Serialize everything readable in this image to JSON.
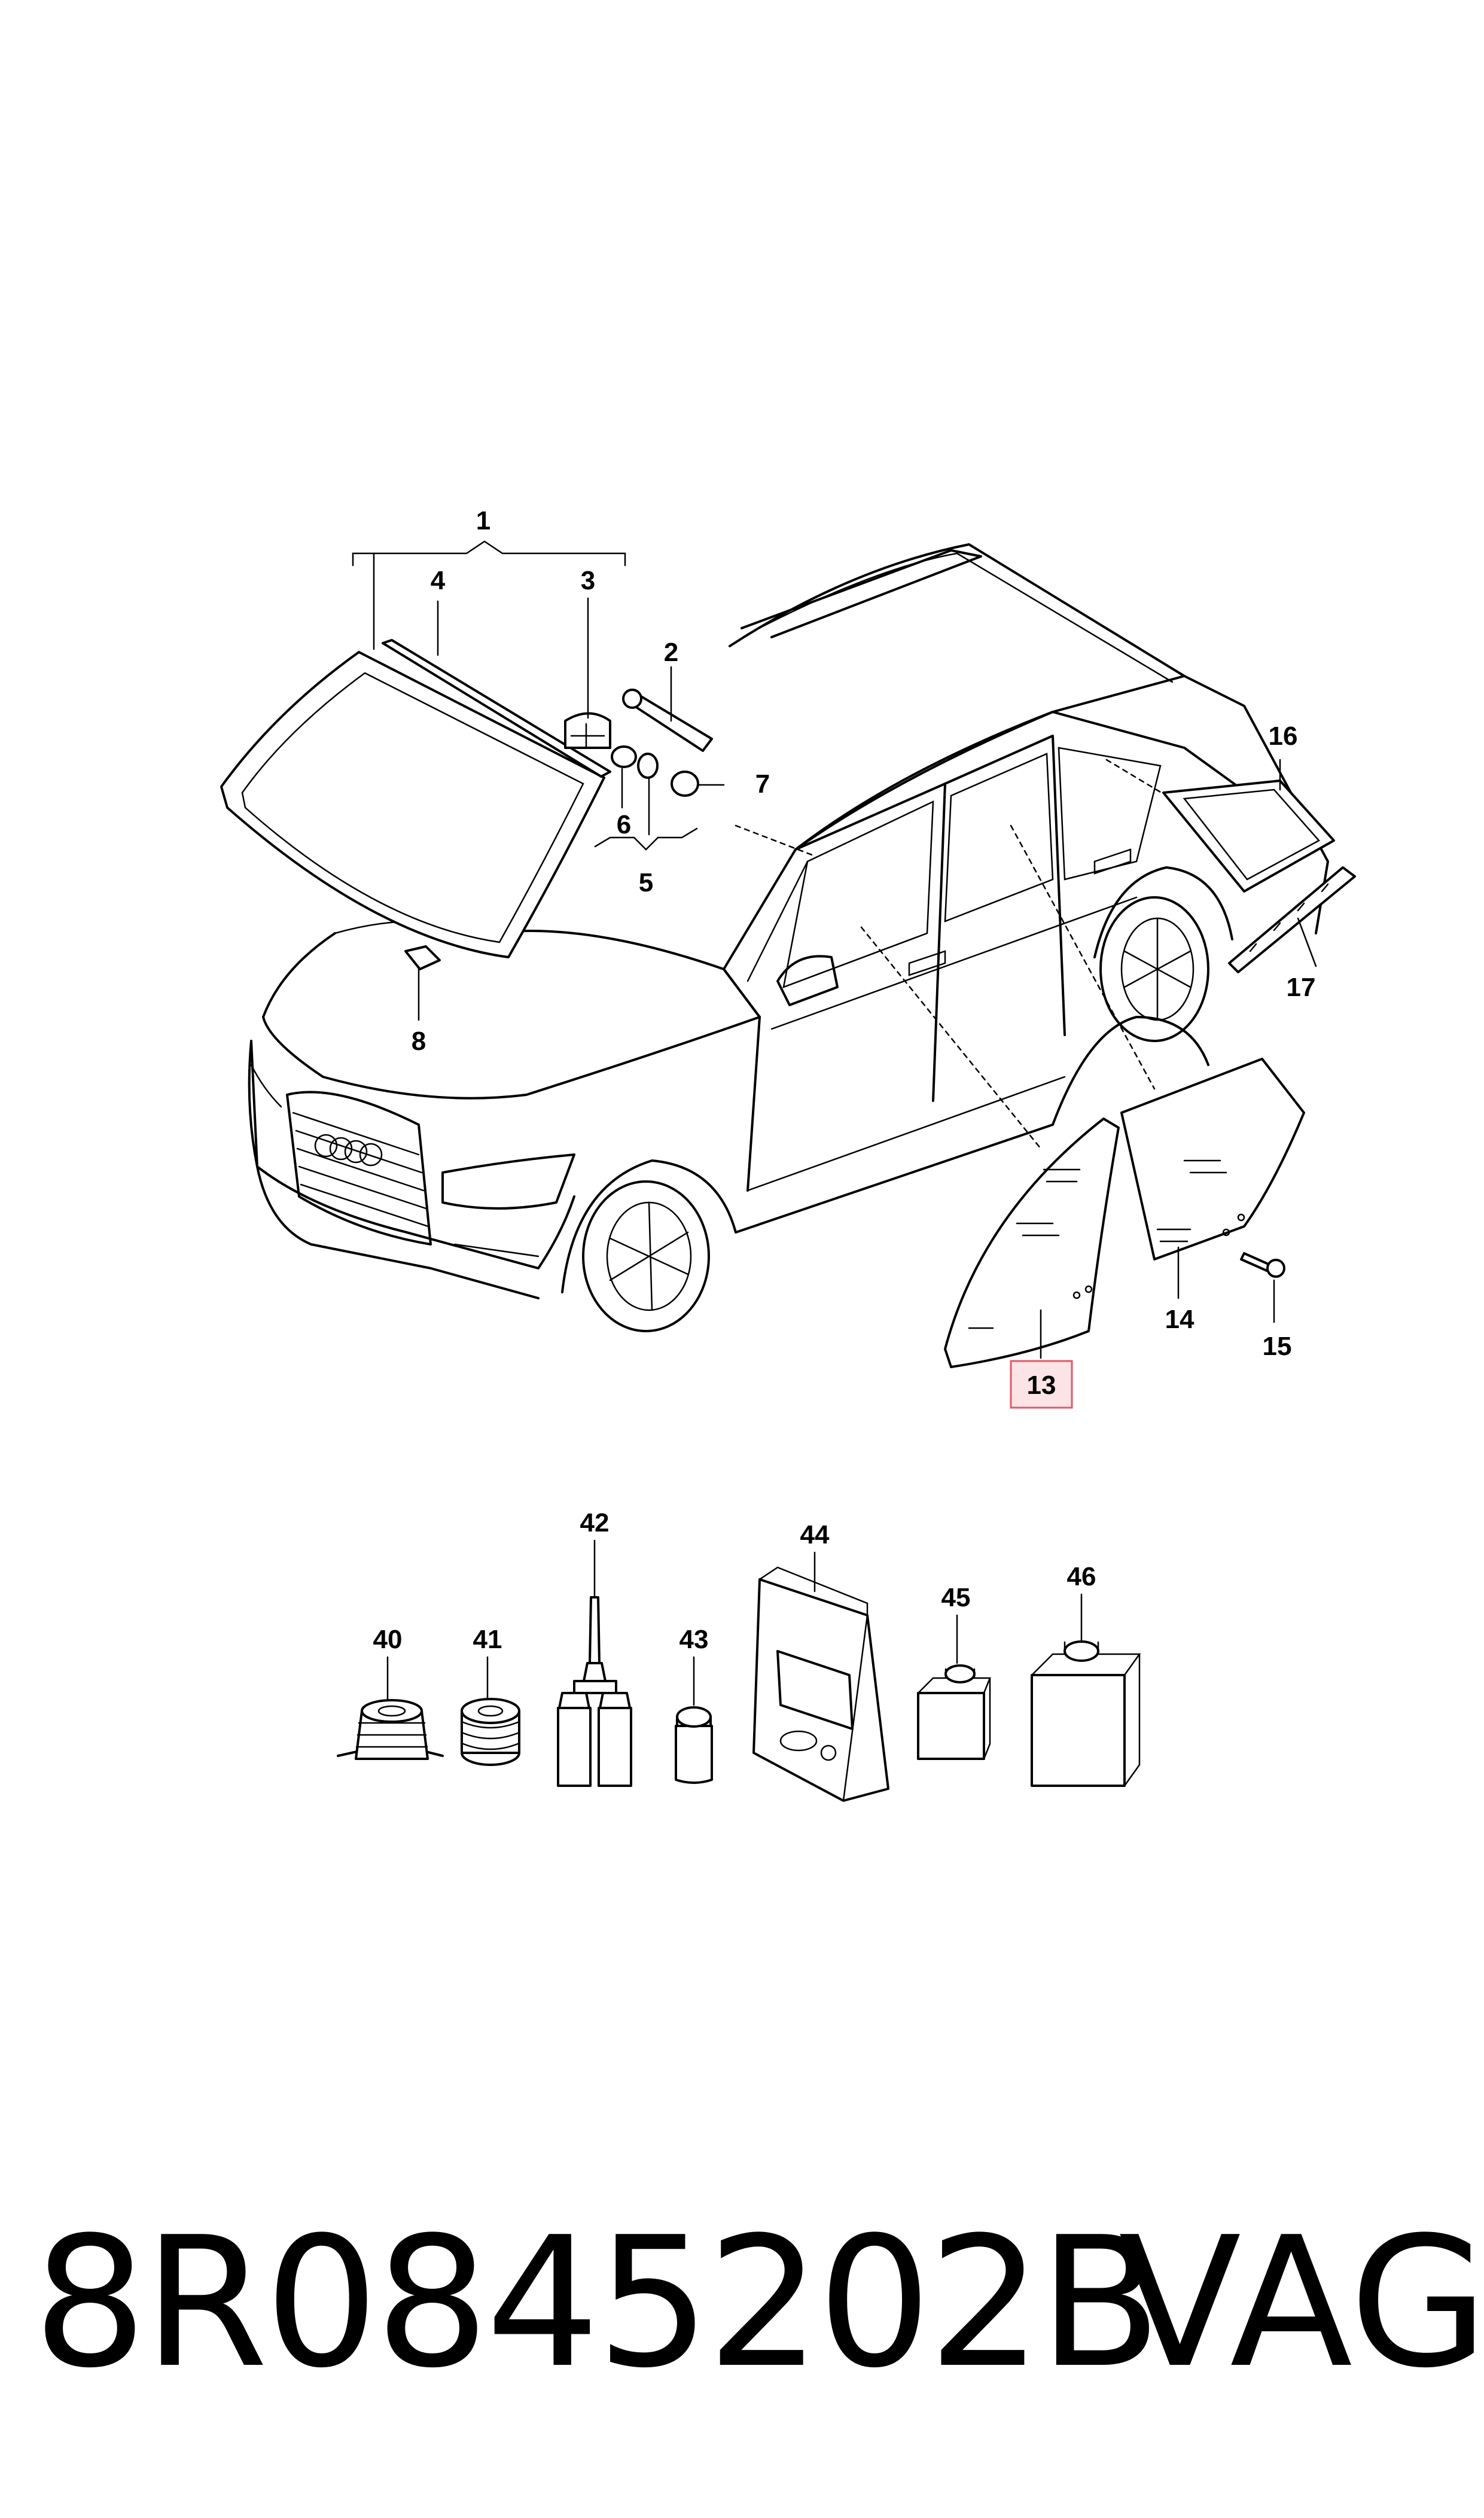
{
  "callouts": {
    "c1": "1",
    "c2": "2",
    "c3": "3",
    "c4": "4",
    "c5": "5",
    "c6": "6",
    "c7": "7",
    "c8": "8",
    "c13": "13",
    "c14": "14",
    "c15": "15",
    "c16": "16",
    "c17": "17",
    "c40": "40",
    "c41": "41",
    "c42": "42",
    "c43": "43",
    "c44": "44",
    "c45": "45",
    "c46": "46"
  },
  "highlight_color": "#e05a6a",
  "highlight_fill": "#fbe3e6",
  "footer": {
    "part_number": "8R0845202B",
    "brand": "VAG"
  }
}
